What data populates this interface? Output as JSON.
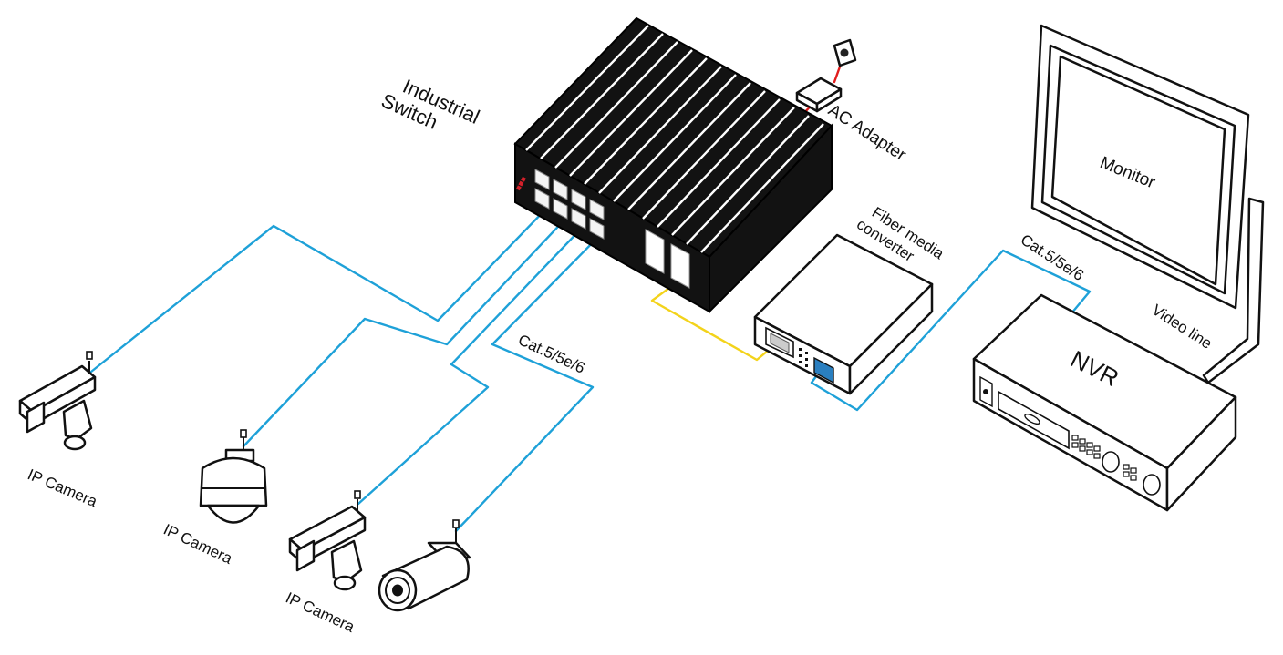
{
  "colors": {
    "ethernet_cable": "#1ea1d8",
    "fiber_cable": "#f3d31b",
    "power_cable": "#e11d1d",
    "device_outline": "#111111",
    "switch_body": "#121212",
    "switch_brand": "#d4202a"
  },
  "labels": {
    "switch": [
      "Industrial",
      "Switch"
    ],
    "adapter": "AC Adapter",
    "monitor": "Monitor",
    "converter": [
      "Fiber media",
      "converter"
    ],
    "nvr": "NVR",
    "video_line": "Video line",
    "cable_right": "Cat.5/5e/6",
    "cable_left": "Cat.5/5e/6",
    "camera_1": "IP Camera",
    "camera_2": "IP Camera",
    "camera_3": "IP Camera"
  },
  "icons": {
    "switch": "industrial-switch-icon",
    "adapter": "ac-adapter-icon",
    "outlet": "power-outlet-icon",
    "monitor": "monitor-icon",
    "converter": "fiber-media-converter-icon",
    "nvr": "nvr-recorder-icon",
    "camera_box_1": "box-camera-icon",
    "camera_dome": "dome-camera-icon",
    "camera_box_2": "box-camera-icon",
    "camera_bullet": "bullet-camera-icon"
  }
}
